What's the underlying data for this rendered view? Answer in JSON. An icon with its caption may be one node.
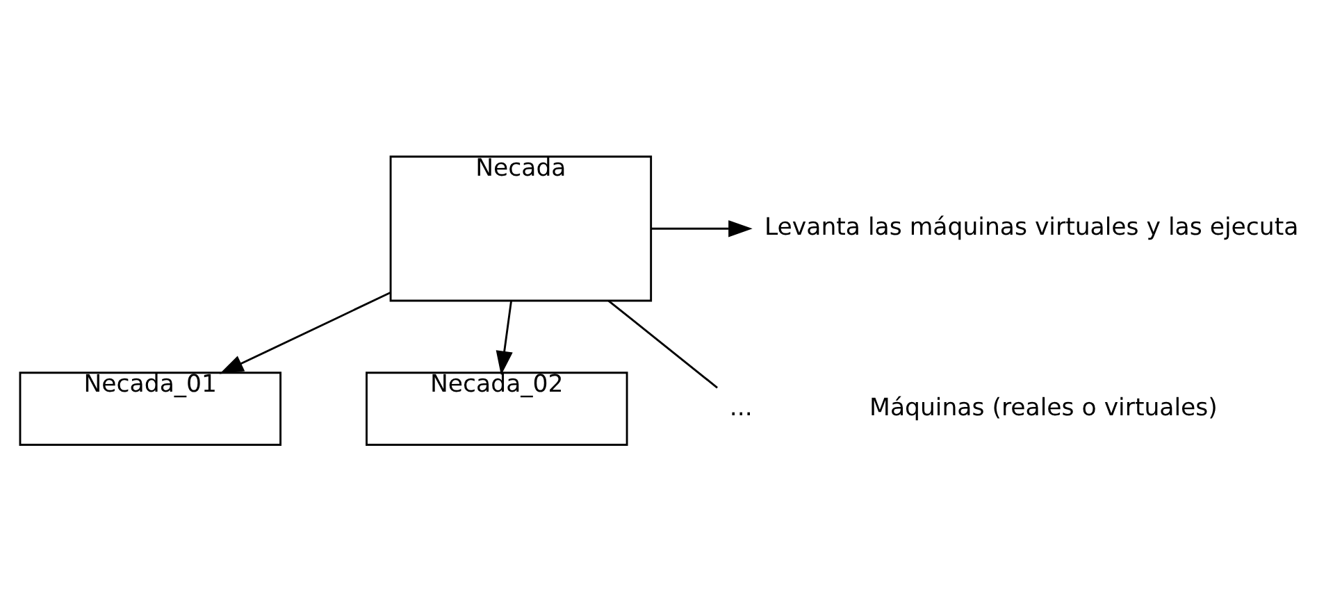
{
  "diagram": {
    "nodes": [
      {
        "text": [
          "Necada"
        ]
      },
      {
        "text": [
          "Necada_01"
        ]
      },
      {
        "text": [
          "Necada_02"
        ]
      },
      {
        "text": [
          "Levanta las máquinas virtuales y las ejecuta"
        ]
      },
      {
        "text": [
          "..."
        ]
      }
    ],
    "edges": [
      {
        "from": 0,
        "to": 3,
        "arrow": "to"
      },
      {
        "from": 0,
        "to": 1,
        "arrow": "to"
      },
      {
        "from": 0,
        "to": 2,
        "arrow": "to"
      },
      {
        "from": 0,
        "to": 4,
        "arrow": "none"
      }
    ],
    "labels": [
      "Máquinas (reales o virtuales)"
    ]
  }
}
